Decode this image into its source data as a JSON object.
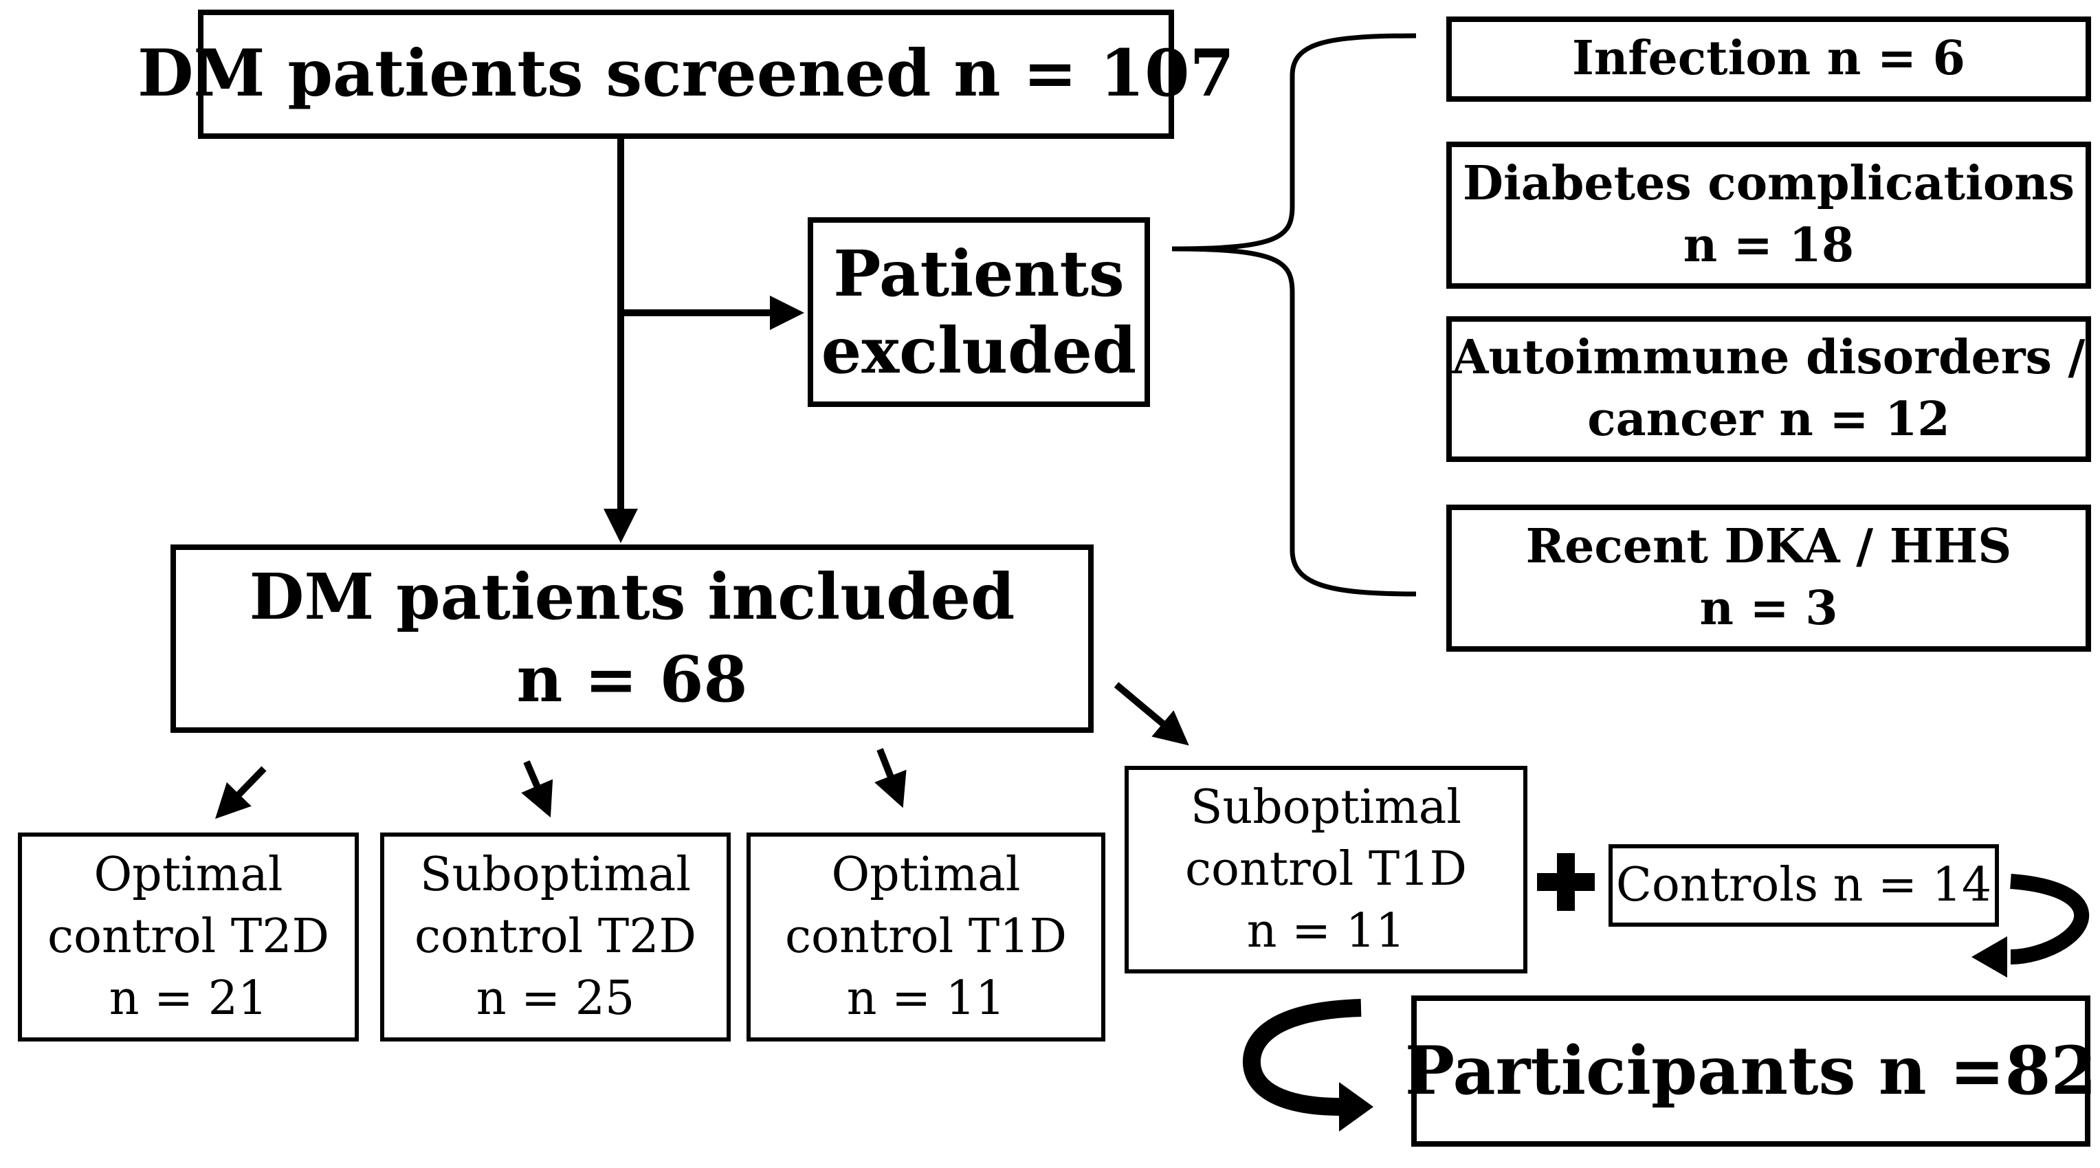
{
  "screened": {
    "line1": "DM patients screened n = 107"
  },
  "excluded": {
    "line1": "Patients",
    "line2": "excluded"
  },
  "exclusion_reasons": [
    {
      "line1": "Infection n = 6"
    },
    {
      "line1": "Diabetes complications",
      "line2": "n = 18"
    },
    {
      "line1": "Autoimmune disorders /",
      "line2": "cancer n = 12"
    },
    {
      "line1": "Recent DKA / HHS",
      "line2": "n = 3"
    }
  ],
  "included": {
    "line1": "DM patients included",
    "line2": "n = 68"
  },
  "groups": [
    {
      "line1": "Optimal",
      "line2": "control T2D",
      "line3": "n = 21"
    },
    {
      "line1": "Suboptimal",
      "line2": "control T2D",
      "line3": "n = 25"
    },
    {
      "line1": "Optimal",
      "line2": "control T1D",
      "line3": "n = 11"
    },
    {
      "line1": "Suboptimal",
      "line2": "control T1D",
      "line3": "n = 11"
    }
  ],
  "controls": {
    "label": "Controls n = 14"
  },
  "participants": {
    "label": "Participants n =82"
  },
  "colors": {
    "stroke": "#000000",
    "background": "#ffffff"
  },
  "icons": [
    "plus-icon",
    "curved-arrow-icon"
  ]
}
